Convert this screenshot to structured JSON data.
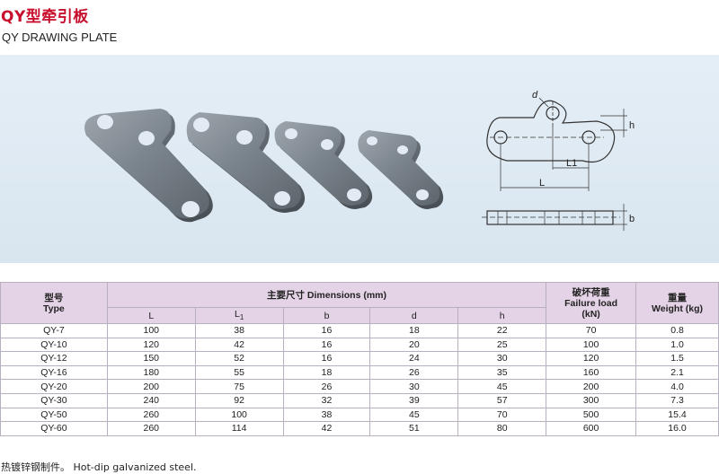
{
  "header": {
    "title_cn": "QY型牵引板",
    "title_en": "QY DRAWING PLATE"
  },
  "drawing": {
    "label_d": "d",
    "label_h": "h",
    "label_L1": "L1",
    "label_L": "L",
    "label_b": "b"
  },
  "table": {
    "col_type_cn": "型号",
    "col_type_en": "Type",
    "col_dims": "主要尺寸 Dimensions (mm)",
    "col_failure_cn": "破坏荷重",
    "col_failure_en": "Failure load",
    "col_failure_unit": "(kN)",
    "col_weight_cn": "重量",
    "col_weight_en": "Weight (kg)",
    "sub_L": "L",
    "sub_L1": "L",
    "sub_L1_sub": "1",
    "sub_b": "b",
    "sub_d": "d",
    "sub_h": "h",
    "rows": [
      [
        "QY-7",
        "100",
        "38",
        "16",
        "18",
        "22",
        "70",
        "0.8"
      ],
      [
        "QY-10",
        "120",
        "42",
        "16",
        "20",
        "25",
        "100",
        "1.0"
      ],
      [
        "QY-12",
        "150",
        "52",
        "16",
        "24",
        "30",
        "120",
        "1.5"
      ],
      [
        "QY-16",
        "180",
        "55",
        "18",
        "26",
        "35",
        "160",
        "2.1"
      ],
      [
        "QY-20",
        "200",
        "75",
        "26",
        "30",
        "45",
        "200",
        "4.0"
      ],
      [
        "QY-30",
        "240",
        "92",
        "32",
        "39",
        "57",
        "300",
        "7.3"
      ],
      [
        "QY-50",
        "260",
        "100",
        "38",
        "45",
        "70",
        "500",
        "15.4"
      ],
      [
        "QY-60",
        "260",
        "114",
        "42",
        "51",
        "80",
        "600",
        "16.0"
      ]
    ]
  },
  "footnote": "热镀锌钢制件。 Hot-dip galvanized steel.",
  "colors": {
    "title_red": "#c8102e",
    "header_bg": "#e4d3e6",
    "panel_bg": "#dfeaf3"
  }
}
